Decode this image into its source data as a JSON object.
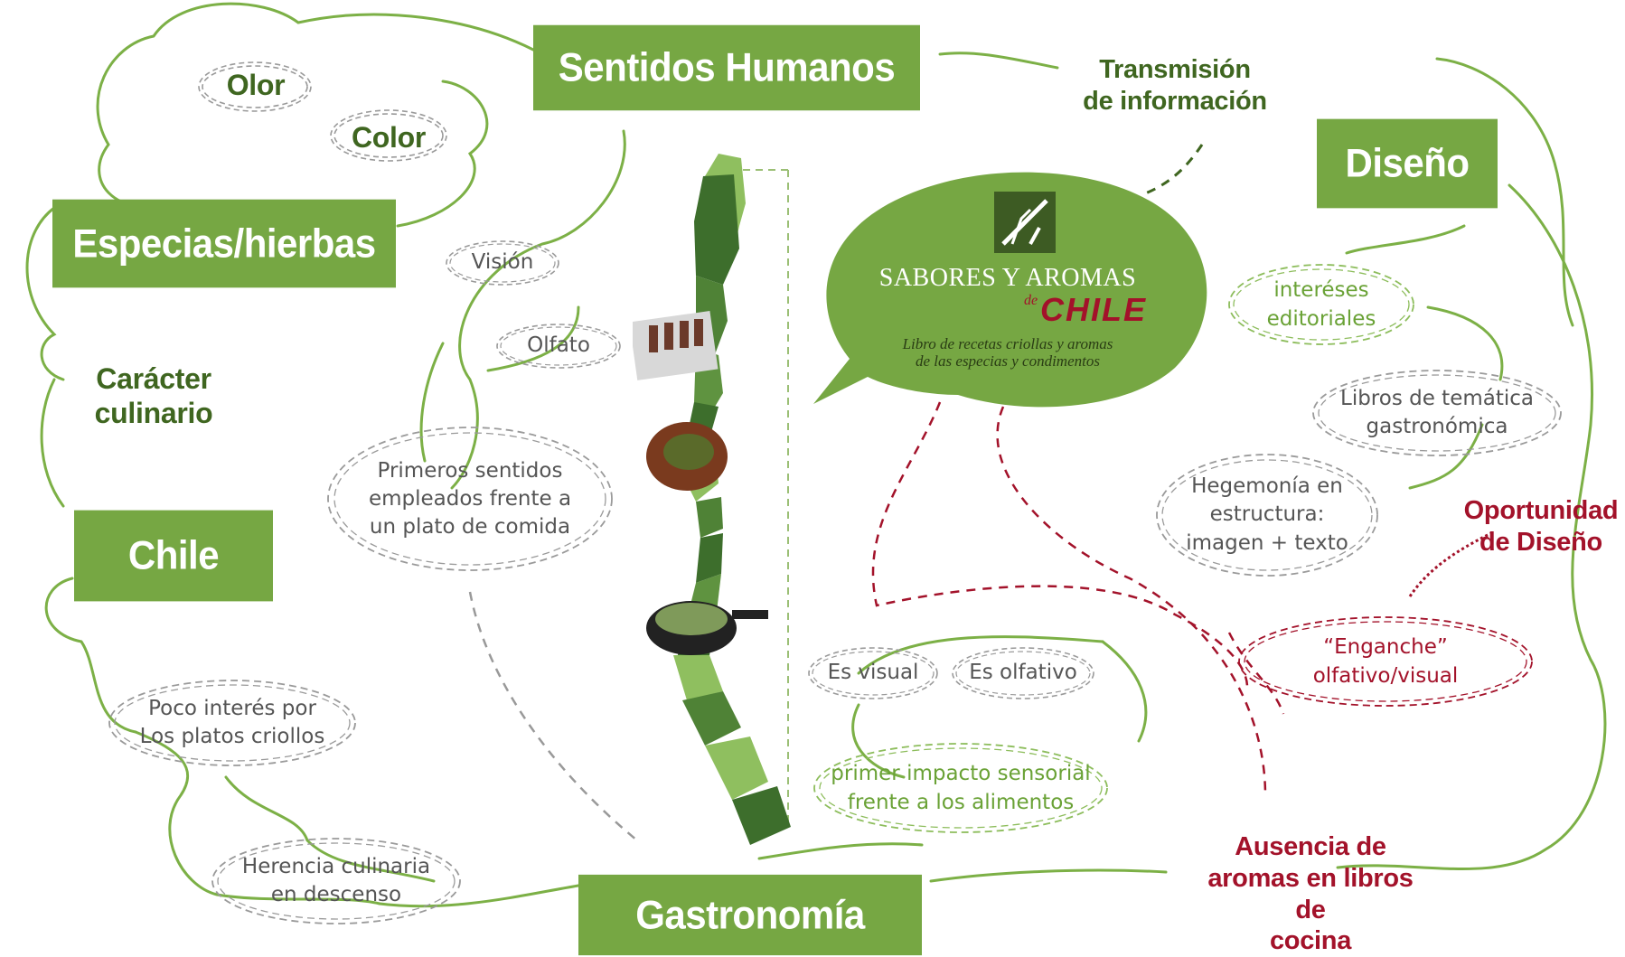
{
  "nodes": {
    "sentidos": "Sentidos Humanos",
    "especias": "Especias/hierbas",
    "chile": "Chile",
    "gastronomia": "Gastronomía",
    "diseno": "Diseño"
  },
  "labels": {
    "olor": "Olor",
    "color": "Color",
    "caracter": [
      "Carácter",
      "culinario"
    ],
    "transmision": [
      "Transmisión",
      "de información"
    ],
    "oportunidad": [
      "Oportunidad",
      "de Diseño"
    ],
    "ausencia": [
      "Ausencia de",
      "aromas en libros de",
      "cocina"
    ]
  },
  "bubbles": {
    "vision": "Visión",
    "olfato": "Olfato",
    "primeros": [
      "Primeros sentidos",
      "empleados frente a",
      "un plato de comida"
    ],
    "poco_interes": [
      "Poco interés por",
      "Los platos criollos"
    ],
    "herencia": [
      "Herencia culinaria",
      "en descenso"
    ],
    "es_visual": "Es visual",
    "es_olfativo": "Es olfativo",
    "primer_impacto": [
      "primer impacto sensorial",
      "frente a los alimentos"
    ],
    "intereses": [
      "interéses",
      "editoriales"
    ],
    "libros": [
      "Libros de temática",
      "gastronómica"
    ],
    "hegemonia": [
      "Hegemonía en",
      "estructura:",
      "imagen + texto"
    ],
    "enganche": [
      "“Enganche”",
      "olfativo/visual"
    ]
  },
  "logo": {
    "title": "SABORES Y AROMAS",
    "de": "de",
    "chile": "CHILE",
    "subtitle": [
      "Libro de recetas criollas y aromas",
      "de las especias y condimentos"
    ]
  },
  "colors": {
    "green": "#76a743",
    "dark_green": "#3f6620",
    "red": "#a3122a",
    "gray": "#888888"
  }
}
